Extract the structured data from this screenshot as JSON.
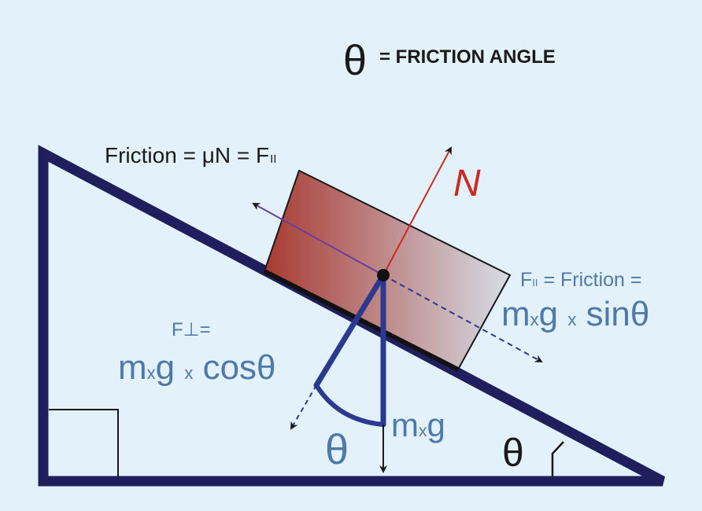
{
  "legend": {
    "symbol": "θ",
    "text": "= FRICTION ANGLE"
  },
  "labels": {
    "friction_eq": "Friction = μN = F",
    "friction_eq_sub": "II",
    "normal": "N",
    "f_par_line1_main": "F",
    "f_par_line1_sub": "II",
    "f_par_line1_rest": " = Friction =",
    "f_par_m": "m",
    "f_par_x1": "x",
    "f_par_g": "g ",
    "f_par_x2": "x",
    "f_par_sin": " sinθ",
    "f_perp_line1": "F⊥=",
    "f_perp_m": "m",
    "f_perp_x1": "x",
    "f_perp_g": "g ",
    "f_perp_x2": "x",
    "f_perp_cos": " cosθ",
    "weight_m": "m",
    "weight_x": "x",
    "weight_g": "g",
    "theta_force": "θ",
    "theta_incline": "θ"
  },
  "colors": {
    "background": "#e3f1fb",
    "incline": "#1f1f5e",
    "force_blue": "#2b3990",
    "normal_red": "#cc2a22",
    "friction_purple": "#6a3d9a",
    "label_blue": "#4f79a8",
    "block_left": "#a83a32",
    "block_right": "#d5dde6"
  }
}
